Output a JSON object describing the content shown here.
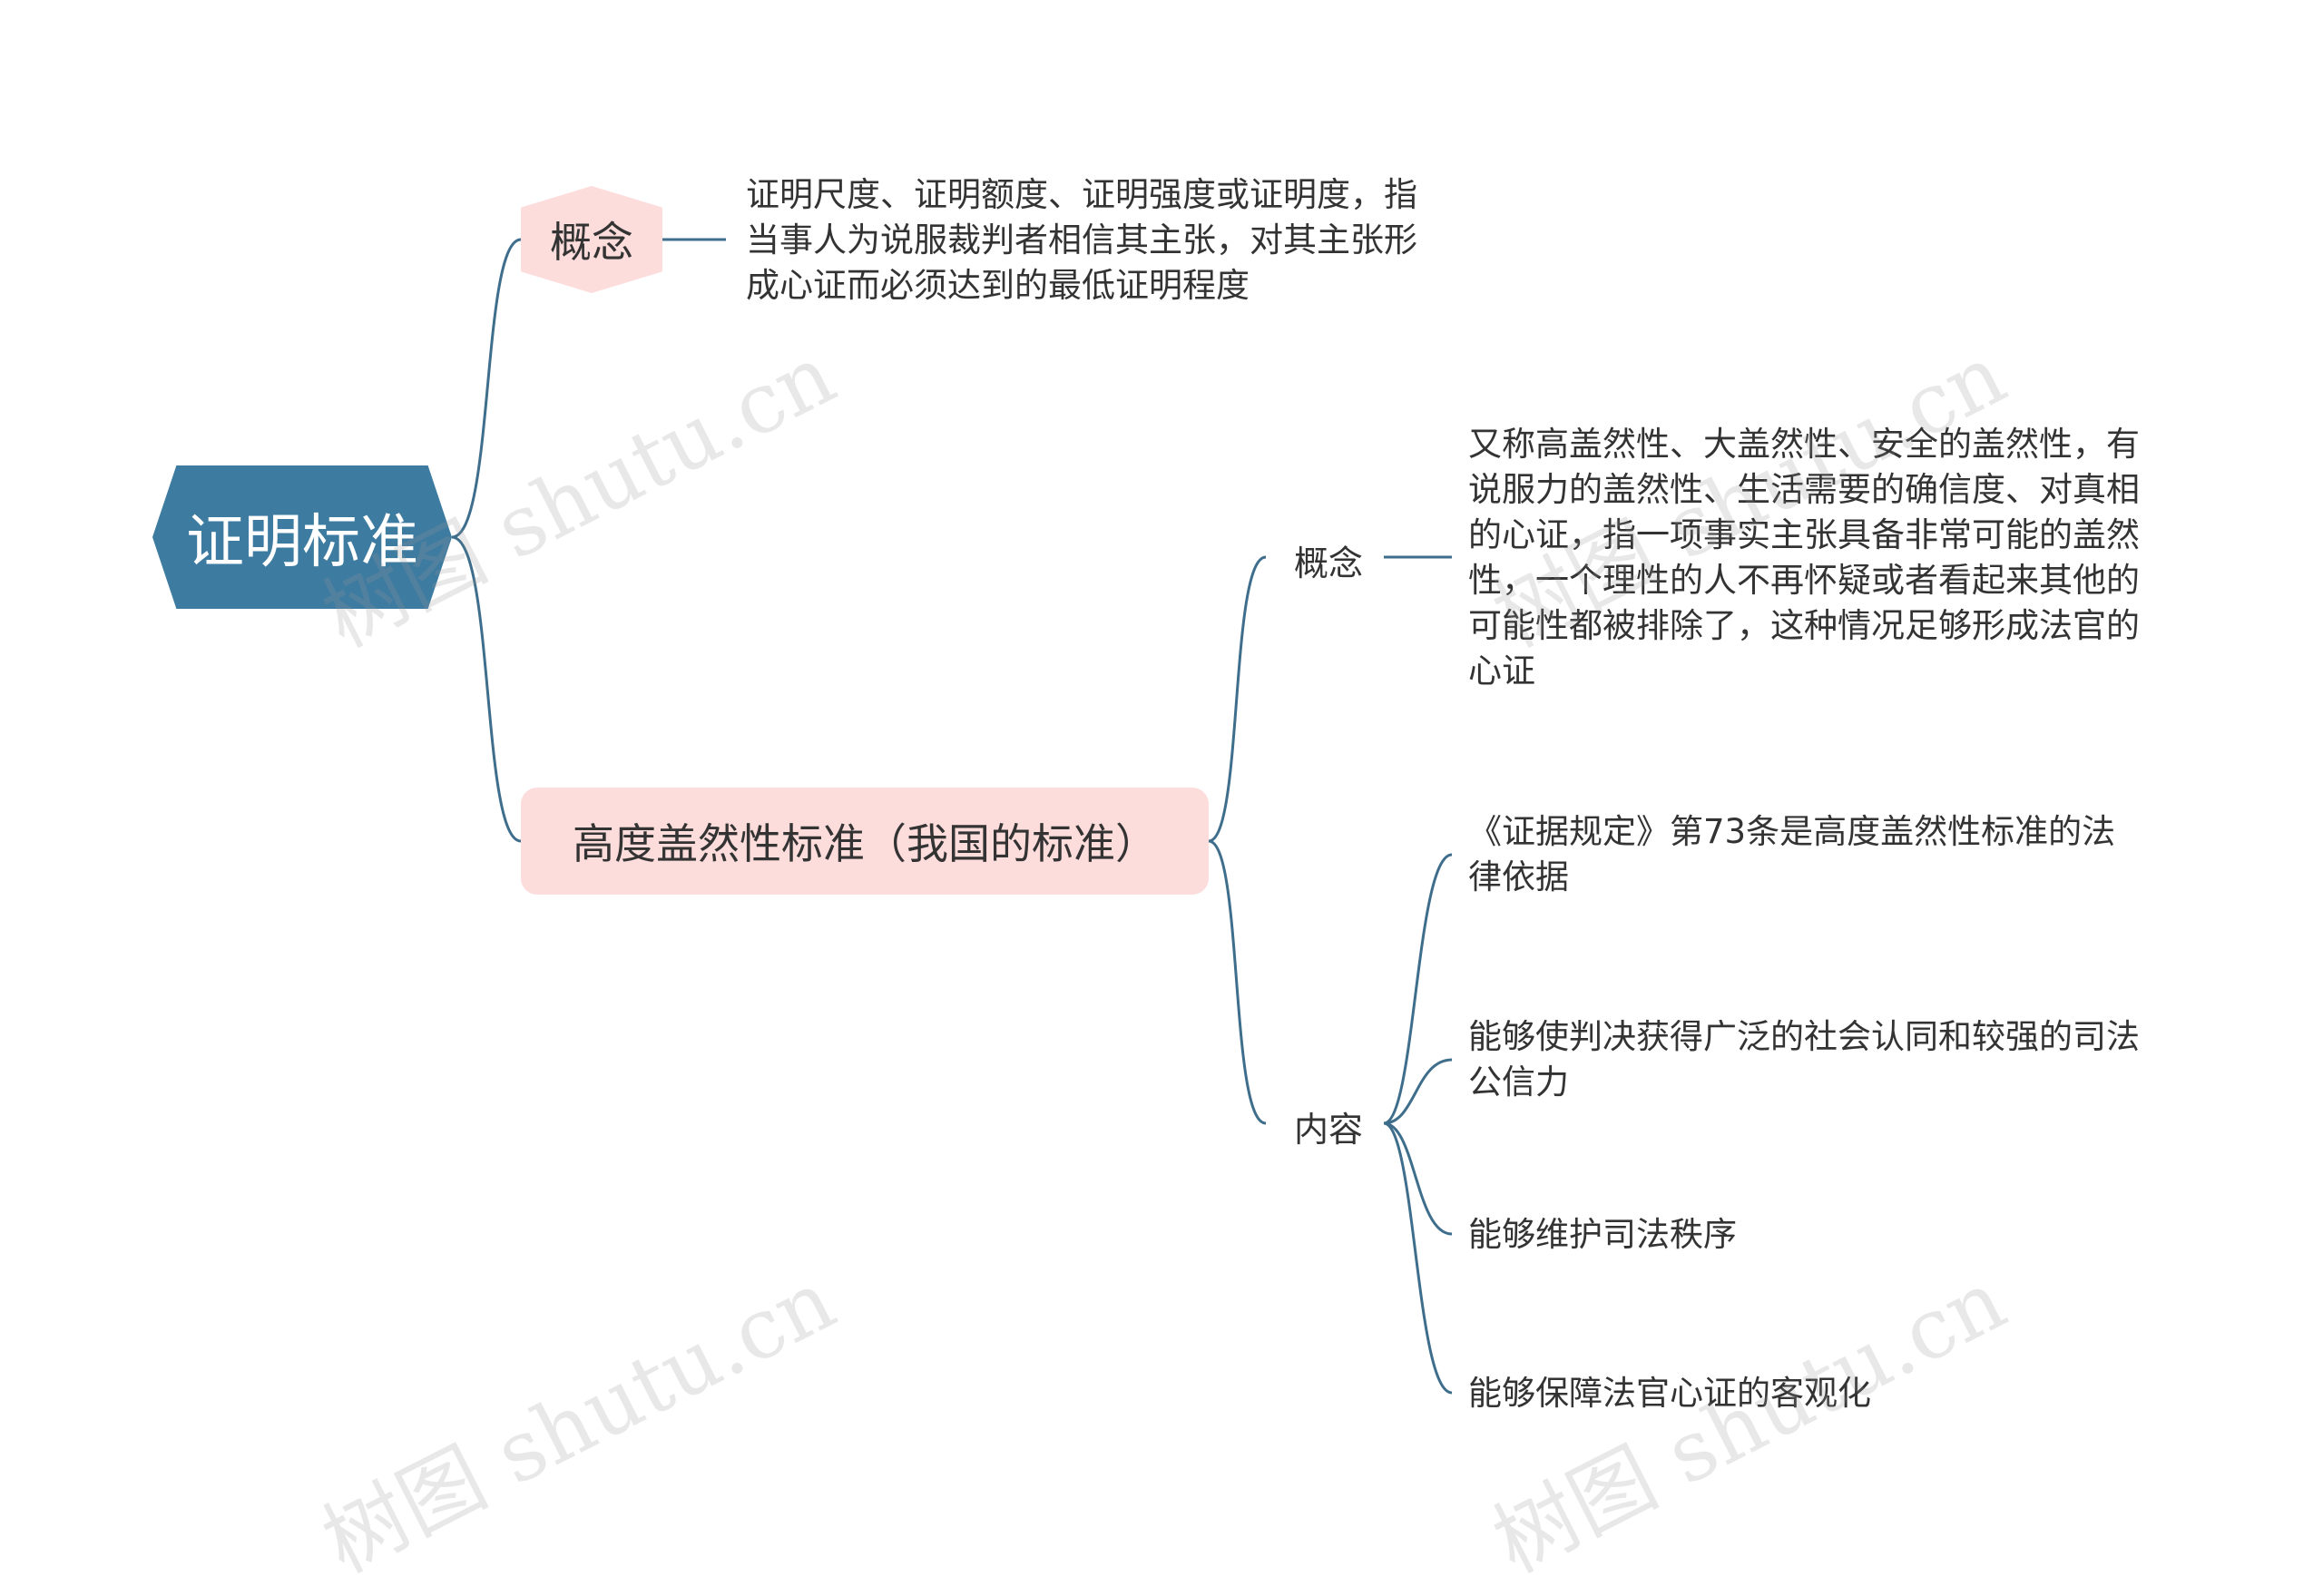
{
  "root": {
    "label": "证明标准"
  },
  "branches": [
    {
      "label": "概念",
      "text": "证明尺度、证明额度、证明强度或证明度，指\n当事人为说服裁判者相信其主张，对其主张形\n成心证而必须达到的最低证明程度"
    },
    {
      "label": "高度盖然性标准（我国的标准）",
      "children": [
        {
          "label": "概念",
          "text": "又称高盖然性、大盖然性、安全的盖然性，有\n说服力的盖然性、生活需要的确信度、对真相\n的心证，指一项事实主张具备非常可能的盖然\n性，一个理性的人不再怀疑或者看起来其他的\n可能性都被排除了，这种情况足够形成法官的\n心证"
        },
        {
          "label": "内容",
          "items": [
            {
              "text": "《证据规定》第73条是高度盖然性标准的法\n律依据"
            },
            {
              "text": "能够使判决获得广泛的社会认同和较强的司法\n公信力"
            },
            {
              "text": "能够维护司法秩序"
            },
            {
              "text": "能够保障法官心证的客观化"
            }
          ]
        }
      ]
    }
  ],
  "watermark": "树图 shutu.cn",
  "colors": {
    "root": "#3e7ba0",
    "branch": "#fddcdc",
    "line": "#3e6e8c",
    "text": "#333333"
  }
}
